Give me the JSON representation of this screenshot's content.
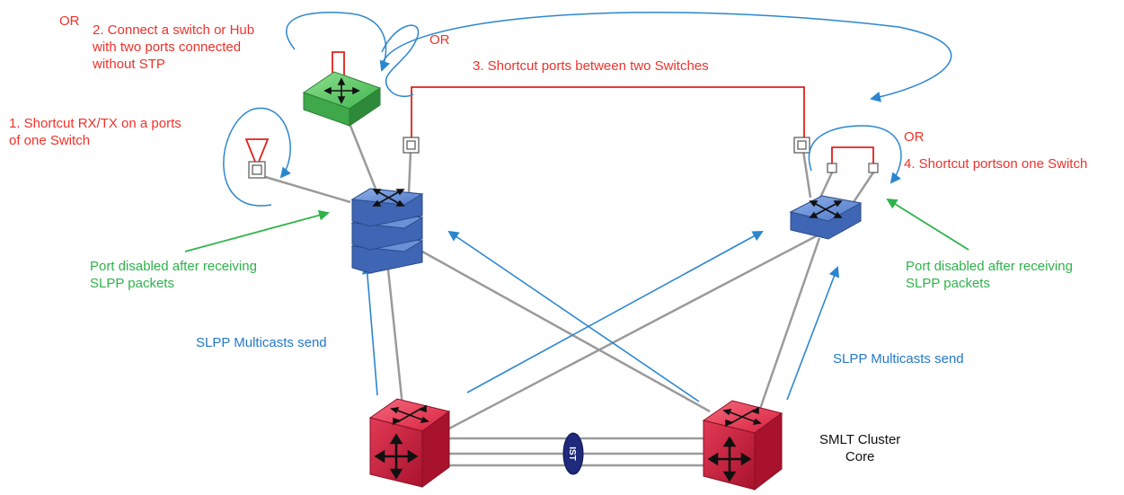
{
  "colors": {
    "red_text": "#f0312a",
    "green_text": "#2db34a",
    "blue_text": "#2479c8",
    "black_text": "#111111",
    "link_gray": "#9a9a9a",
    "red_link": "#e0201c",
    "blue_arrow": "#2b86d0",
    "green_arrow": "#2fb34a",
    "core_red": "#d8213f",
    "edge_blue": "#4d78c9",
    "hub_green": "#3fb54e",
    "ist_navy": "#1f2a7c"
  },
  "labels": {
    "or_top_left": "OR",
    "option2": "2. Connect a switch or Hub\nwith two ports connected\nwithout STP",
    "or_middle": "OR",
    "option3": "3. Shortcut ports between two Switches",
    "option1": "1. Shortcut RX/TX on a ports\nof one Switch",
    "or_right": "OR",
    "option4": "4. Shortcut portson one Switch",
    "port_disabled_left": "Port disabled after receiving\nSLPP packets",
    "port_disabled_right": "Port disabled after receiving\nSLPP packets",
    "slpp_left": "SLPP Multicasts send",
    "slpp_right": "SLPP Multicasts send",
    "smlt_core": "SMLT Cluster\nCore",
    "ist": "IST"
  },
  "icons": {
    "hub_switch": "green-hub-switch-icon",
    "left_edge_switch": "stacked-blue-switch-icon",
    "right_edge_switch": "blue-switch-icon",
    "core_left": "red-core-switch-icon",
    "core_right": "red-core-switch-icon",
    "ist_badge": "ist-link-icon"
  }
}
